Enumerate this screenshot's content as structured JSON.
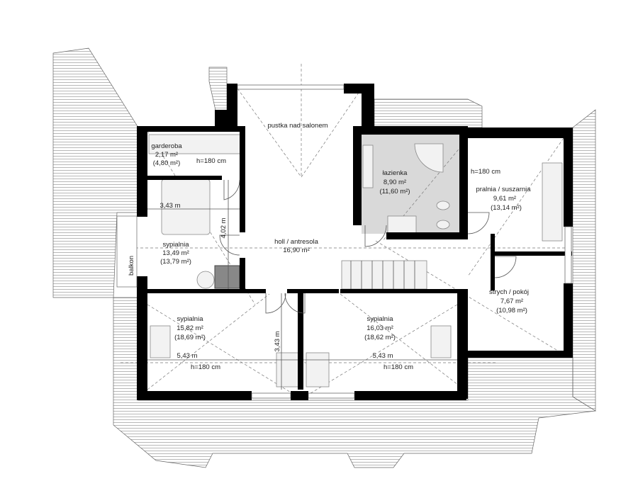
{
  "plan": {
    "rooms": {
      "void": {
        "name": "pustka nad salonem"
      },
      "wardrobe": {
        "name": "garderoba",
        "area": "2,17 m²",
        "area_total": "(4,80 m²)",
        "height_note": "h=180 cm"
      },
      "bedroom_left": {
        "name": "sypialnia",
        "area": "13,49 m²",
        "area_total": "(13,79 m²)",
        "width": "3,43 m",
        "depth": "4,02 m"
      },
      "balcony": {
        "name": "balkon"
      },
      "hall": {
        "name": "holl / antresola",
        "area": "16,90 m²"
      },
      "bathroom": {
        "name": "łazienka",
        "area": "8,90 m²",
        "area_total": "(11,60 m²)"
      },
      "laundry": {
        "name": "pralnia / suszarnia",
        "area": "9,61 m²",
        "area_total": "(13,14 m²)",
        "height_note": "h=180 cm"
      },
      "attic": {
        "name": "strych / pokój",
        "area": "7,67 m²",
        "area_total": "(10,98 m²)"
      },
      "bedroom_bottom_left": {
        "name": "sypialnia",
        "area": "15,82 m²",
        "area_total": "(18,69 m²)",
        "width": "5,43 m",
        "height_note": "h=180 cm",
        "depth": "3,43 m"
      },
      "bedroom_bottom_right": {
        "name": "sypialnia",
        "area": "16,03 m²",
        "area_total": "(18,62 m²)",
        "width": "5,43 m",
        "height_note": "h=180 cm"
      }
    },
    "colors": {
      "wall": "#000000",
      "bathroom_floor": "#d9d9d9",
      "furniture": "#f2f2f2"
    }
  }
}
